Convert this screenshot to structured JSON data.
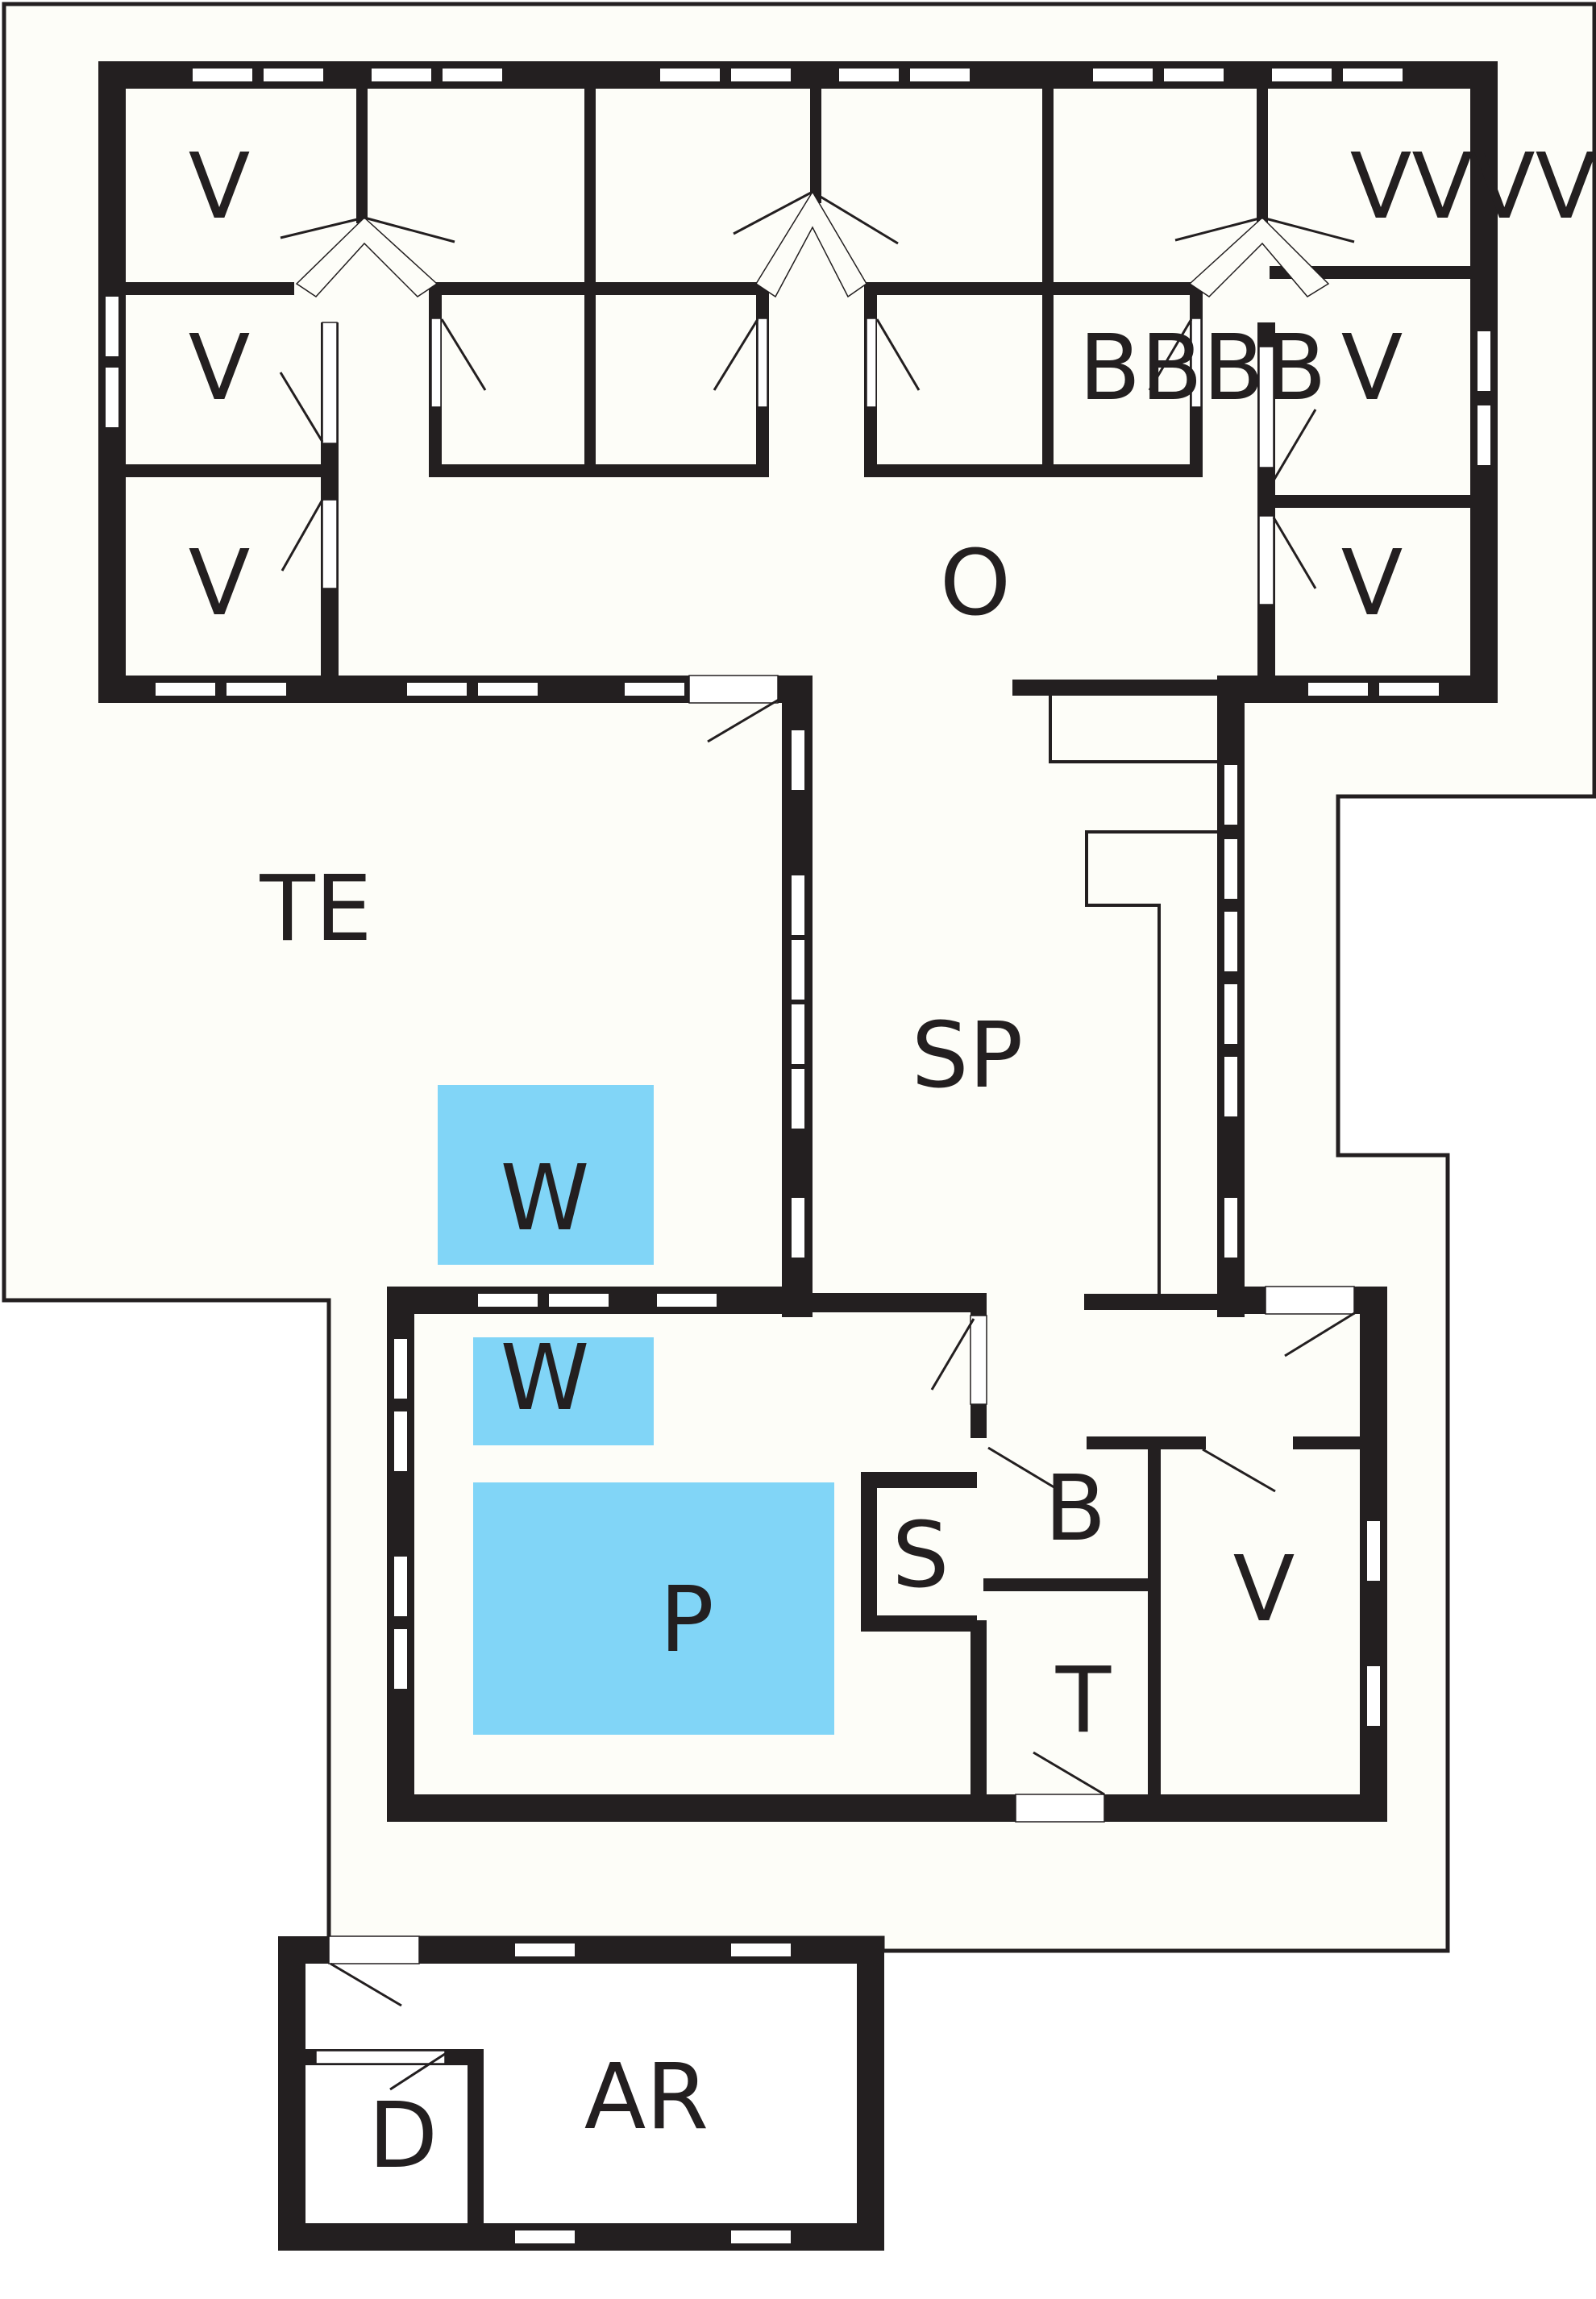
{
  "colors": {
    "background": "#ffffff",
    "floor": "#fdfdf8",
    "wall": "#231f20",
    "water": "#81d5f7"
  },
  "labels": {
    "v": "V",
    "vvvv": "VVVV",
    "bbbb": "BBBB",
    "b": "B",
    "o": "O",
    "te": "TE",
    "sp": "SP",
    "w": "W",
    "s": "S",
    "p": "P",
    "t": "T",
    "ar": "AR",
    "d": "D"
  }
}
